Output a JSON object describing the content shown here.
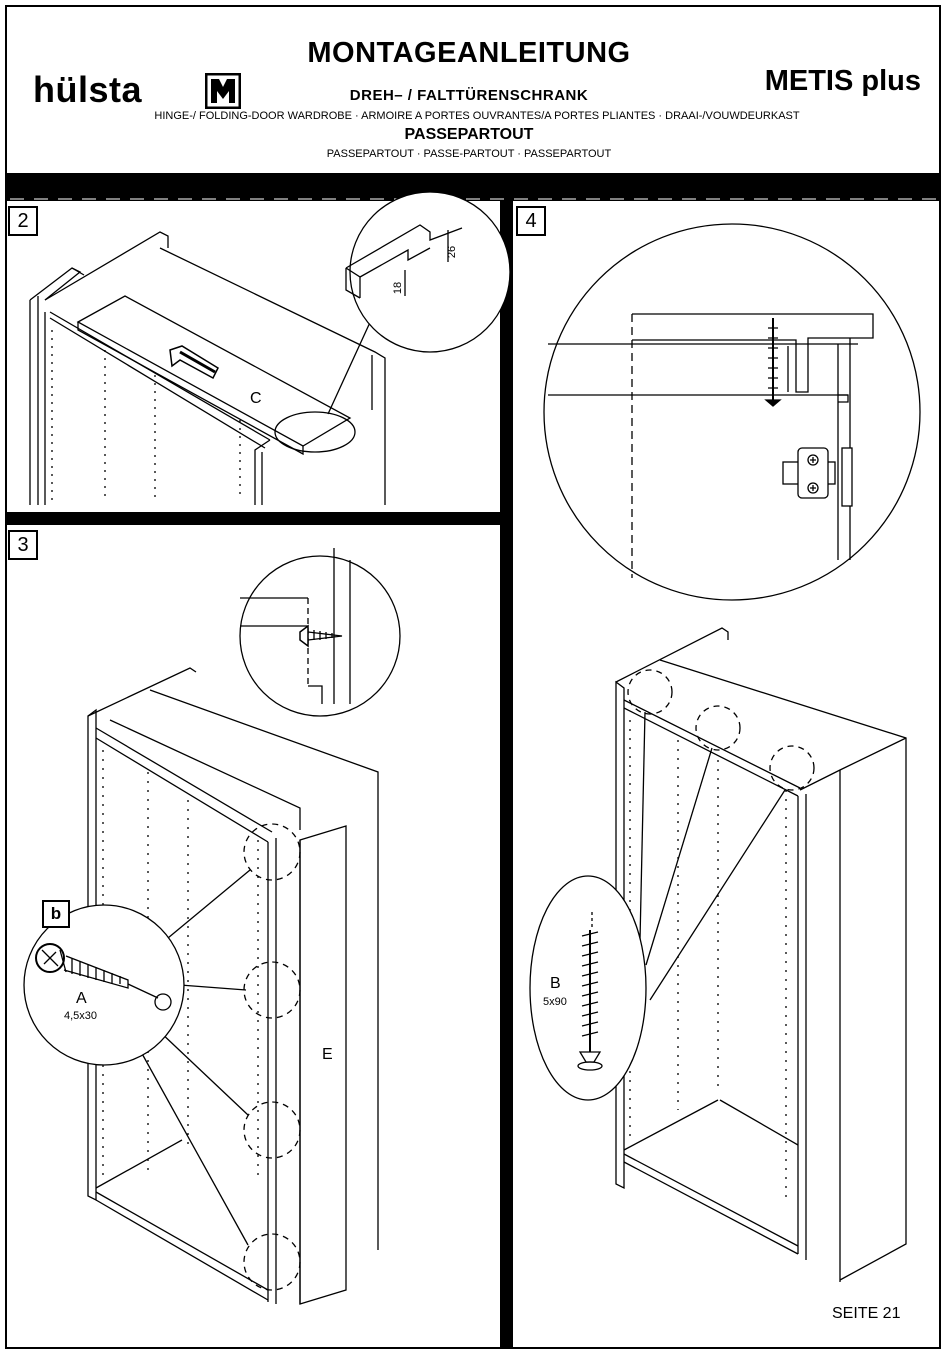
{
  "header": {
    "logo": "hülsta",
    "title": "MONTAGEANLEITUNG",
    "product": "METIS plus",
    "subtitle": "DREH– / FALTTÜRENSCHRANK",
    "subtitle_translations": "HINGE-/ FOLDING-DOOR WARDROBE · ARMOIRE A PORTES OUVRANTES/A PORTES PLIANTES · DRAAI-/VOUWDEURKAST",
    "section": "PASSEPARTOUT",
    "section_translations": "PASSEPARTOUT · PASSE-PARTOUT · PASSEPARTOUT"
  },
  "steps": {
    "step2": {
      "number": "2",
      "part_label": "C",
      "dim_a": "26",
      "dim_b": "18"
    },
    "step3": {
      "number": "3",
      "detail_label": "b",
      "screw_part": "A",
      "screw_size": "4,5x30",
      "panel_label": "E"
    },
    "step4": {
      "number": "4",
      "screw_part": "B",
      "screw_size": "5x90"
    }
  },
  "footer": {
    "page": "SEITE 21"
  }
}
